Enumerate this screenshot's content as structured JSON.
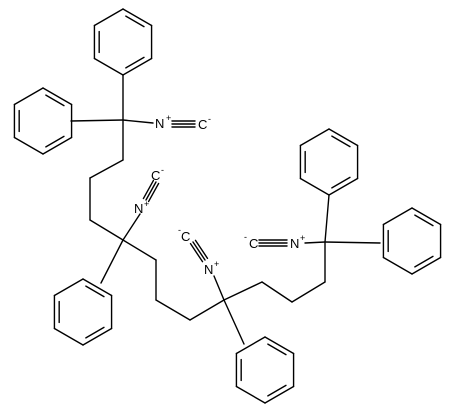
{
  "structure": {
    "kind": "skeletal chemical structure",
    "colors": {
      "ink": "#000000",
      "background": "#ffffff"
    },
    "substituents": {
      "phenyl_rings": 6,
      "isocyanide_groups": 4,
      "isocyanide_label": {
        "atom_n": "N",
        "charge_n": "+",
        "atom_c": "C",
        "charge_c": "-"
      }
    }
  }
}
